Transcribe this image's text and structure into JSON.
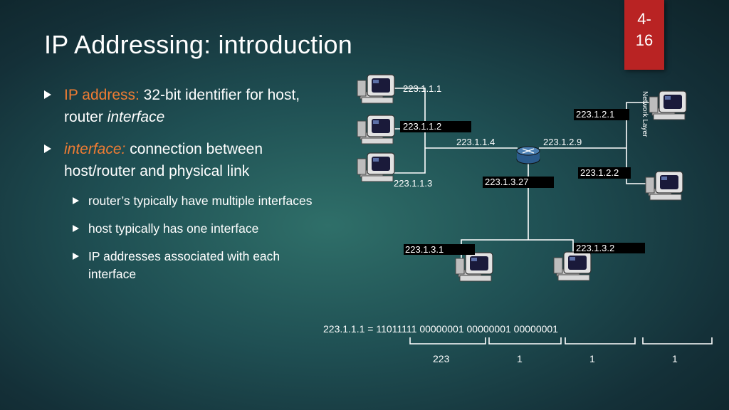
{
  "slide": {
    "title": "IP Addressing: introduction",
    "slide_number": [
      "4-",
      "16"
    ]
  },
  "bullets": {
    "b1_term": "IP address:",
    "b1_text": " 32-bit identifier for host, router ",
    "b1_italic": "interface",
    "b2_term": "interface:",
    "b2_text": " connection between host/router and physical link",
    "sub": [
      "router’s typically have multiple interfaces",
      "host typically has one interface",
      "IP addresses associated with each interface"
    ]
  },
  "diagram": {
    "ips": {
      "h1": "223.1.1.1",
      "h2": "223.1.1.2",
      "h3": "223.1.1.3",
      "r1": "223.1.1.4",
      "r2": "223.1.2.9",
      "r3": "223.1.3.27",
      "h4": "223.1.2.1",
      "h5": "223.1.2.2",
      "h6": "223.1.3.1",
      "h7": "223.1.3.2"
    },
    "rotated_label": "Network Layer",
    "binary_equation": "223.1.1.1 = 11011111 00000001 00000001 00000001",
    "octets": [
      "223",
      "1",
      "1",
      "1"
    ]
  }
}
